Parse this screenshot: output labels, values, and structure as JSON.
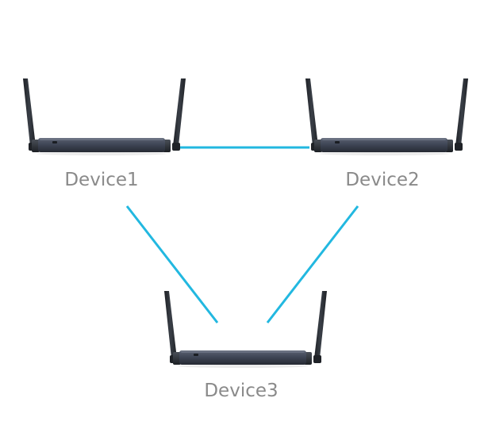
{
  "diagram": {
    "nodes": [
      {
        "id": "device1",
        "label": "Device1",
        "icon": "wifi-router-icon"
      },
      {
        "id": "device2",
        "label": "Device2",
        "icon": "wifi-router-icon"
      },
      {
        "id": "device3",
        "label": "Device3",
        "icon": "wifi-router-icon"
      }
    ],
    "edges": [
      {
        "from": "device1",
        "to": "device2"
      },
      {
        "from": "device1",
        "to": "device3"
      },
      {
        "from": "device2",
        "to": "device3"
      }
    ],
    "colors": {
      "link": "#22b8e0",
      "label": "#8a8a8a",
      "device_body": "#3f4656",
      "antenna": "#2b2f36"
    }
  }
}
